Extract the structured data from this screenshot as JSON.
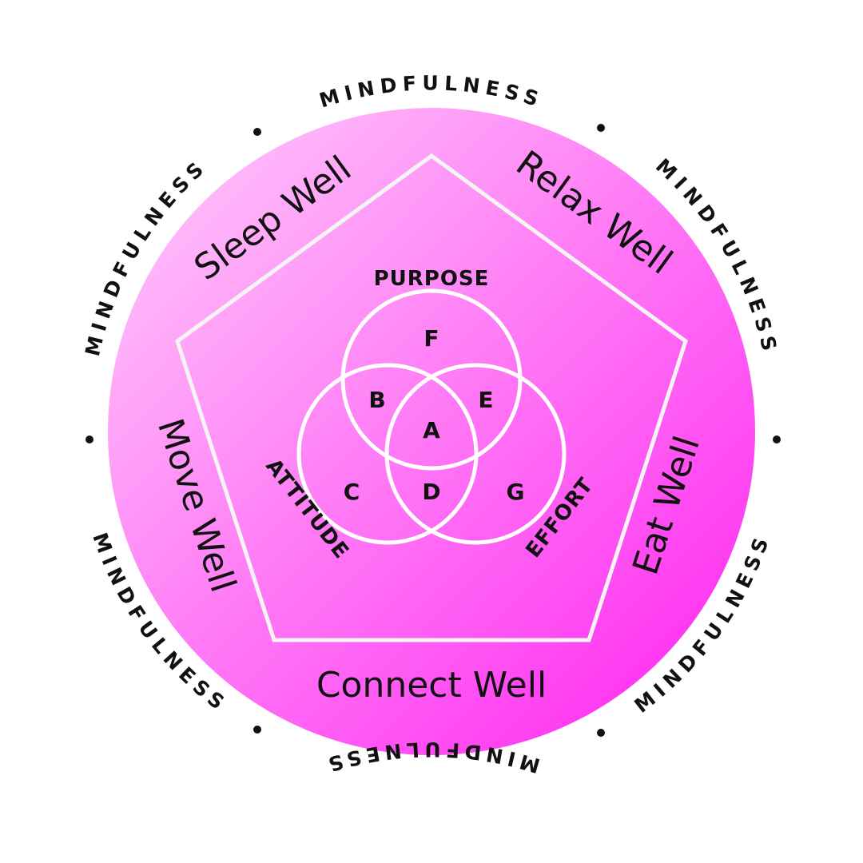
{
  "ring": {
    "label": "MINDFULNESS",
    "segments": [
      {
        "label": "MINDFULNESS"
      },
      {
        "label": "MINDFULNESS"
      },
      {
        "label": "MINDFULNESS"
      },
      {
        "label": "MINDFULNESS"
      },
      {
        "label": "MINDFULNESS"
      },
      {
        "label": "MINDFULNESS"
      }
    ]
  },
  "pillars": {
    "sleep": "Sleep Well",
    "relax": "Relax Well",
    "eat": "Eat Well",
    "connect": "Connect Well",
    "move": "Move Well"
  },
  "venn": {
    "top": "PURPOSE",
    "left": "ATTITUDE",
    "right": "EFFORT",
    "regions": {
      "A": "A",
      "B": "B",
      "C": "C",
      "D": "D",
      "E": "E",
      "F": "F",
      "G": "G"
    }
  },
  "colors": {
    "circle_light": "#ffd0fb",
    "circle_dark": "#ff20f0",
    "stroke": "#ffffff",
    "text": "#111111"
  }
}
